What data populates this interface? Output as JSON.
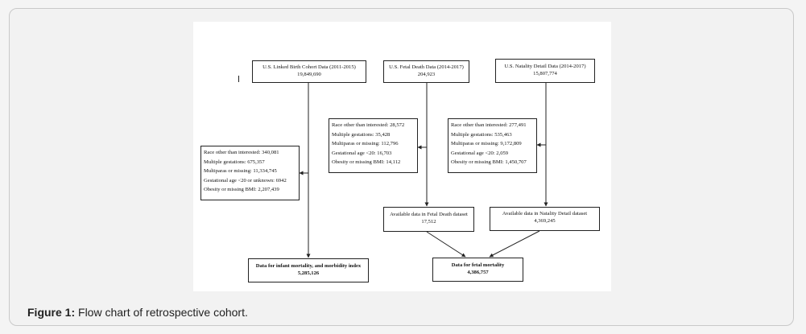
{
  "boxes": {
    "linked_birth": {
      "title": "U.S. Linked Birth Cohort Data (2011-2015)",
      "count": "19,849,690"
    },
    "fetal_death": {
      "title": "U.S. Fetal Death Data (2014-2017)",
      "count": "204,923"
    },
    "natality": {
      "title": "U.S. Natality Detail Data (2014-2017)",
      "count": "15,807,774"
    },
    "excl_linked": {
      "lines": [
        "Race other than interested: 340,081",
        "Multiple gestations: 675,357",
        "Multiparas or missing: 11,334,745",
        "Gestational age <20 or unknown: 6942",
        "Obesity or missing BMI: 2,207,439"
      ]
    },
    "excl_fetal": {
      "lines": [
        "Race other than interested: 28,572",
        "Multiple gestations: 35,428",
        "Multiparas or missing: 112,796",
        "Gestational age <20: 16,703",
        "Obesity or missing BMI: 14,112"
      ]
    },
    "excl_natality": {
      "lines": [
        "Race other than interested: 277,491",
        "Multiple gestations: 535,463",
        "Multiparas or missing: 9,172,809",
        "Gestational age <20: 2,059",
        "Obesity or missing BMI: 1,450,707"
      ]
    },
    "avail_fetal": {
      "title": "Available data in Fetal Death dataset",
      "count": "17,512"
    },
    "avail_natality": {
      "title": "Available data in Natality Detail dataset",
      "count": "4,369,245"
    },
    "infant_result": {
      "title": "Data for infant mortality, and morbidity index",
      "count": "5,285,126"
    },
    "fetal_result": {
      "title": "Data for fetal mortality",
      "count": "4,386,757"
    }
  },
  "caption": {
    "label": "Figure 1:",
    "text": " Flow chart of retrospective cohort."
  }
}
